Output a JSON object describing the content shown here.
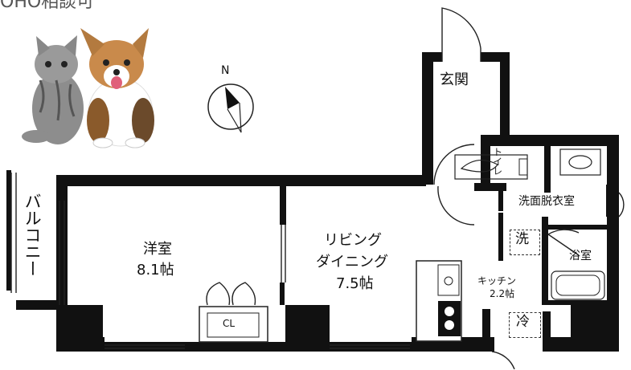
{
  "header": {
    "partial_text": "OHO相談可"
  },
  "compass": {
    "north_label": "N"
  },
  "rooms": {
    "balcony": "バルコニー",
    "western_room_name": "洋室",
    "western_room_size": "8.1帖",
    "closet": "CL",
    "living_name_1": "リビング",
    "living_name_2": "ダイニング",
    "living_size": "7.5帖",
    "entrance": "玄関",
    "toilet": "トイレ",
    "washroom": "洗面脱衣室",
    "washer": "洗",
    "bathroom": "浴室",
    "kitchen_name": "キッチン",
    "kitchen_size": "2.2帖",
    "fridge": "冷"
  },
  "illustration": {
    "subject": "cat-and-corgi-pets"
  },
  "colors": {
    "wall": "#111111",
    "line": "#222222",
    "fixture": "#ffffff"
  }
}
